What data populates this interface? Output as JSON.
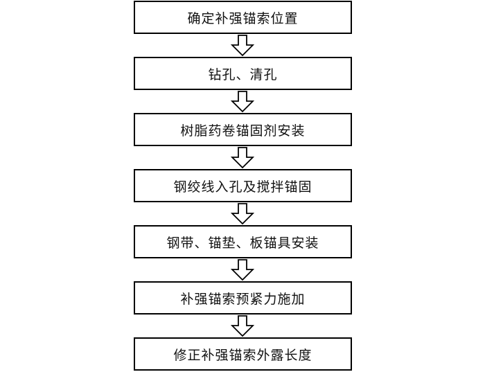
{
  "steps": [
    {
      "label": "确定补强锚索位置"
    },
    {
      "label": "钻孔、清孔"
    },
    {
      "label": "树脂药卷锚固剂安装"
    },
    {
      "label": "钢绞线入孔及搅拌锚固"
    },
    {
      "label": "钢带、锚垫、板锚具安装"
    },
    {
      "label": "补强锚索预紧力施加"
    },
    {
      "label": "修正补强锚索外露长度"
    }
  ],
  "colors": {
    "stroke": "#000000",
    "fill": "#ffffff"
  }
}
